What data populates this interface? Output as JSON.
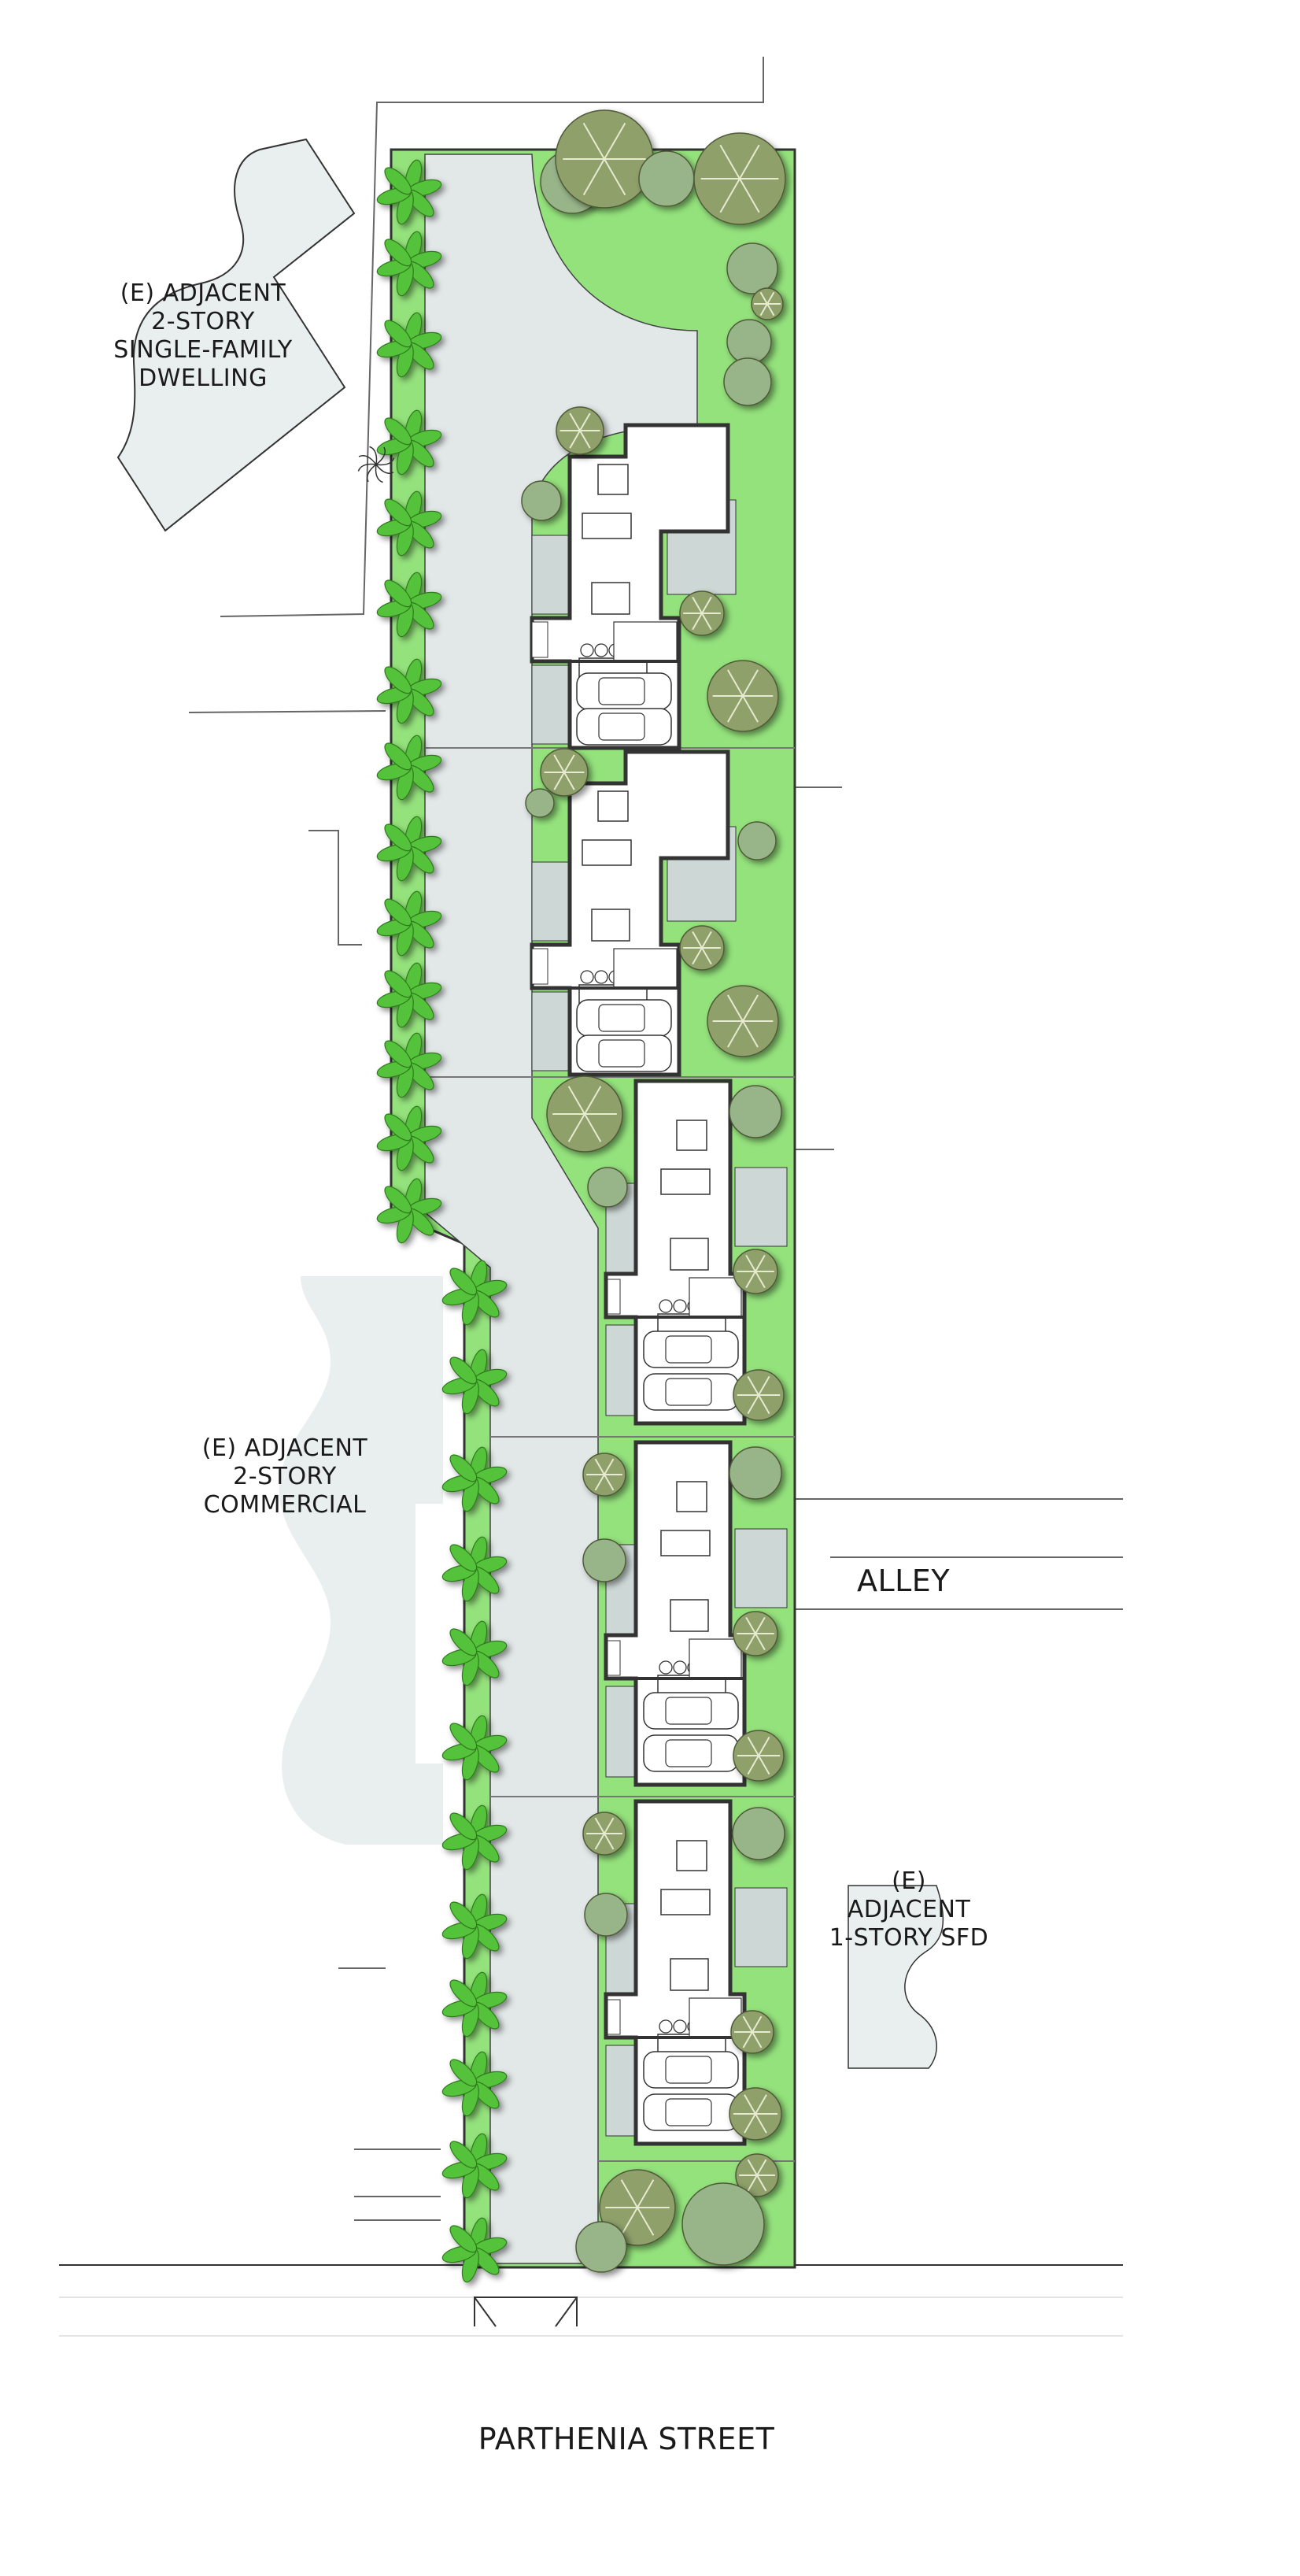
{
  "labels": {
    "adjacent_sfd_top": [
      "(E) ADJACENT",
      "2-STORY",
      "SINGLE-FAMILY",
      "DWELLING"
    ],
    "adjacent_commercial": [
      "(E) ADJACENT",
      "2-STORY",
      "COMMERCIAL"
    ],
    "alley": "ALLEY",
    "adjacent_sfd_east": [
      "(E)",
      "ADJACENT",
      "1-STORY SFD"
    ],
    "street": "PARTHENIA STREET"
  },
  "units": {
    "count": 5,
    "cars_per_garage": 2
  },
  "colors": {
    "lawn": "#94e27c",
    "paving": "#e2e7e7",
    "patio": "#cdd8d6",
    "adjacent_building": "#e9efee",
    "tree_dark": "#8fa06a",
    "tree_light": "#98b58a",
    "palm": "#55c23a"
  }
}
